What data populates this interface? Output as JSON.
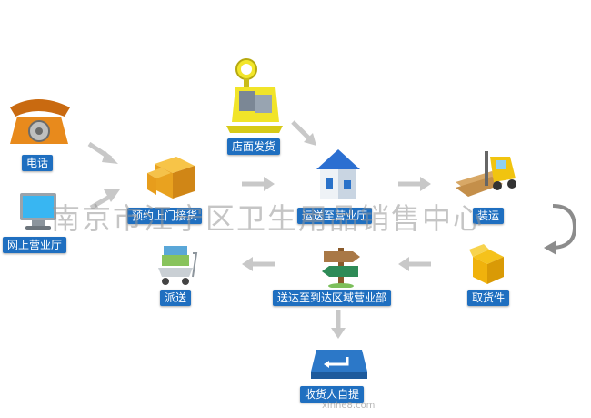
{
  "nodes": {
    "phone": "电话",
    "online_hall": "网上营业厅",
    "pickup_appointment": "预约上门接货",
    "store_shipping": "店面发货",
    "transport_hall": "运送至营业厅",
    "loading": "装运",
    "pickup_parts": "取货件",
    "deliver_to_area": "送达至到达区域营业部",
    "dispatch": "派送",
    "self_pickup": "收货人自提"
  },
  "watermark": {
    "text": "南京市江宁区卫生用品销售中心",
    "sub": "xinhe8.com"
  },
  "colors": {
    "label_bg": "#1f6fc0",
    "arrow": "#c8c8c8"
  }
}
